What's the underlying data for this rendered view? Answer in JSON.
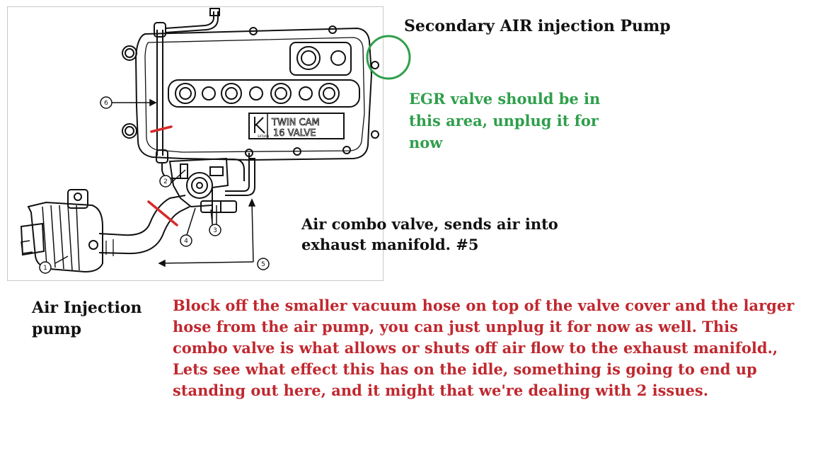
{
  "labels": {
    "title": "Secondary AIR injection Pump",
    "egr": "EGR valve should be in this area, unplug it for now",
    "combo": "Air combo valve, sends air into exhaust manifold. #5",
    "pump": "Air Injection pump",
    "note": "Block off the smaller vacuum hose on top of the valve cover and the larger hose from the air pump, you can just unplug it for now as well. This combo valve is what allows or shuts off air flow to the exhaust manifold., Lets see what effect this has on the idle, something is going to end up standing out here, and it might that we're dealing with 2 issues."
  },
  "diagram": {
    "callouts": [
      "1",
      "2",
      "3",
      "4",
      "5",
      "6"
    ],
    "cover_text_line1": "TWIN CAM",
    "cover_text_line2": "16 VALVE",
    "brand": "SATURN"
  },
  "colors": {
    "green": "#2e9f4b",
    "red": "#c0282f",
    "marker_red": "#d62a2a"
  }
}
